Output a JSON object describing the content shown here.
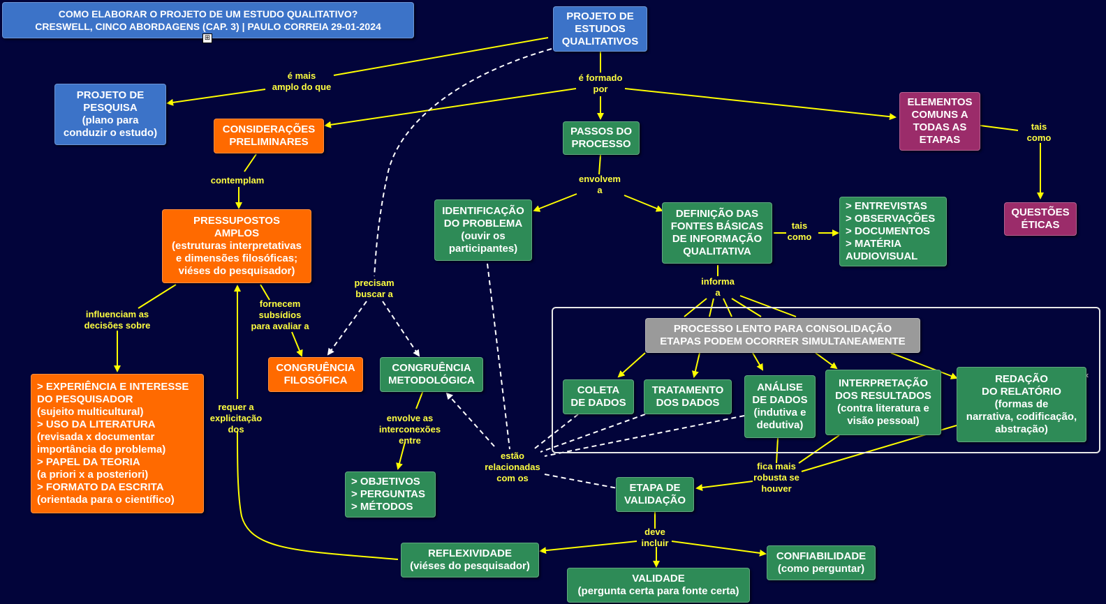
{
  "title": {
    "line1": "COMO ELABORAR O PROJETO DE UM ESTUDO QUALITATIVO?",
    "line2": "CRESWELL, CINCO ABORDAGENS (CAP. 3) | PAULO CORREIA 29-01-2024"
  },
  "nodes": {
    "projeto_estudos": "PROJETO DE\nESTUDOS\nQUALITATIVOS",
    "projeto_pesquisa": "PROJETO DE\nPESQUISA\n(plano para\nconduzir o estudo)",
    "consideracoes": "CONSIDERAÇÕES\nPRELIMINARES",
    "passos": "PASSOS DO\nPROCESSO",
    "elementos": "ELEMENTOS\nCOMUNS A\nTODAS AS\nETAPAS",
    "questoes": "QUESTÕES\nÉTICAS",
    "pressupostos": "PRESSUPOSTOS\nAMPLOS\n(estruturas interpretativas\ne dimensões filosóficas;\nviéses do pesquisador)",
    "identificacao": "IDENTIFICAÇÃO\nDO PROBLEMA\n(ouvir os\nparticipantes)",
    "definicao": "DEFINIÇÃO DAS\nFONTES BÁSICAS\nDE INFORMAÇÃO\nQUALITATIVA",
    "fontes_lista": "> ENTREVISTAS\n> OBSERVAÇÕES\n> DOCUMENTOS\n> MATÉRIA\nAUDIOVISUAL",
    "experiencia": "> EXPERIÊNCIA E INTERESSE\nDO PESQUISADOR\n(sujeito multicultural)\n> USO DA LITERATURA\n(revisada x documentar\nimportância do problema)\n> PAPEL DA TEORIA\n(a priori x a posteriori)\n> FORMATO DA ESCRITA\n(orientada para o científico)",
    "congruencia_filosofica": "CONGRUÊNCIA\nFILOSÓFICA",
    "congruencia_metodologica": "CONGRUÊNCIA\nMETODOLÓGICA",
    "processo_lento": "PROCESSO LENTO PARA CONSOLIDAÇÃO\nETAPAS PODEM OCORRER SIMULTANEAMENTE",
    "coleta": "COLETA\nDE DADOS",
    "tratamento": "TRATAMENTO\nDOS DADOS",
    "analise": "ANÁLISE\nDE DADOS\n(indutiva e\ndedutiva)",
    "interpretacao": "INTERPRETAÇÃO\nDOS RESULTADOS\n(contra literatura e\nvisão pessoal)",
    "redacao": "REDAÇÃO\nDO RELATÓRIO\n(formas de\nnarrativa, codificação,\nabstração)",
    "objetivos": "> OBJETIVOS\n> PERGUNTAS\n> MÉTODOS",
    "etapa_validacao": "ETAPA DE\nVALIDAÇÃO",
    "reflexividade": "REFLEXIVIDADE\n(viéses do pesquisador)",
    "validade": "VALIDADE\n(pergunta certa para fonte certa)",
    "confiabilidade": "CONFIABILIDADE\n(como perguntar)"
  },
  "labels": {
    "e_mais_amplo": "é mais\namplo do que",
    "e_formado_por": "é formado\npor",
    "tais_como_1": "tais\ncomo",
    "contemplam": "contemplam",
    "envolvem_a": "envolvem\na",
    "tais_como_2": "tais\ncomo",
    "informa_a": "informa\na",
    "precisam_buscar": "precisam\nbuscar a",
    "influenciam": "influenciam as\ndecisões sobre",
    "fornecem": "fornecem\nsubsídios\npara avaliar a",
    "requer": "requer a\nexplicitação\ndos",
    "envolve_interconexoes": "envolve as\ninterconexões\nentre",
    "estao_relacionadas": "estão\nrelacionadas\ncom os",
    "fica_mais_robusta": "fica mais\nrobusta se\nhouver",
    "deve_incluir": "deve\nincluir"
  },
  "colors": {
    "background": "#02043a",
    "blue": "#3c73c8",
    "orange": "#ff6a00",
    "green": "#2e8b57",
    "purple": "#9b2c6a",
    "gray": "#9a9a9a",
    "link": "#ffff00",
    "dashed_link": "#ffffff"
  },
  "icons": [
    "tree-structure-icon",
    "collapse-arrows-icon"
  ]
}
